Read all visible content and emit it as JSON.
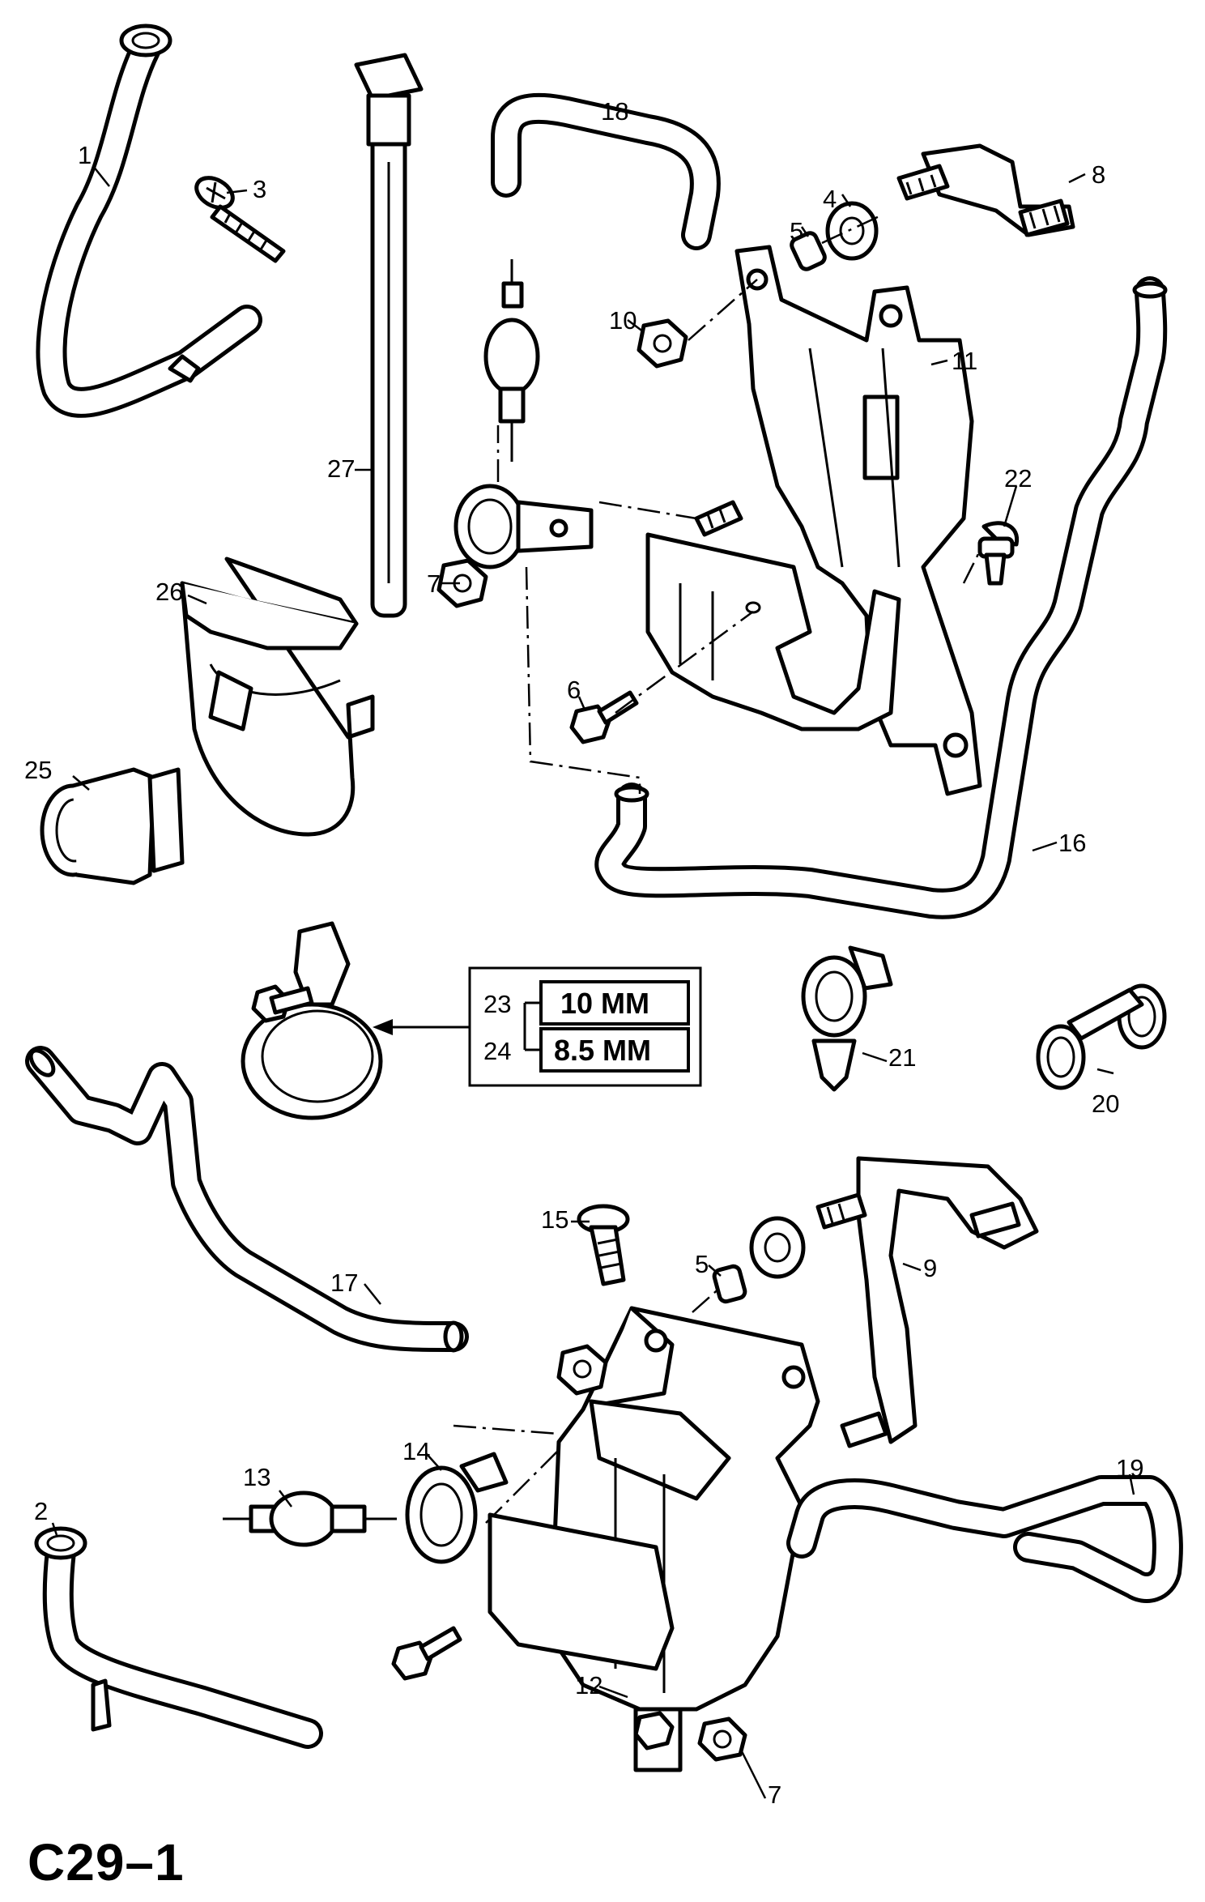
{
  "diagram_id": "C29–1",
  "callouts": [
    "1",
    "2",
    "3",
    "4",
    "5",
    "5",
    "6",
    "7",
    "7",
    "8",
    "9",
    "10",
    "11",
    "12",
    "13",
    "14",
    "15",
    "16",
    "17",
    "18",
    "19",
    "20",
    "21",
    "22",
    "23",
    "24",
    "25",
    "26",
    "27"
  ],
  "size_table": {
    "rows": [
      {
        "ref": "23",
        "size": "10 MM"
      },
      {
        "ref": "24",
        "size": "8.5 MM"
      }
    ]
  }
}
